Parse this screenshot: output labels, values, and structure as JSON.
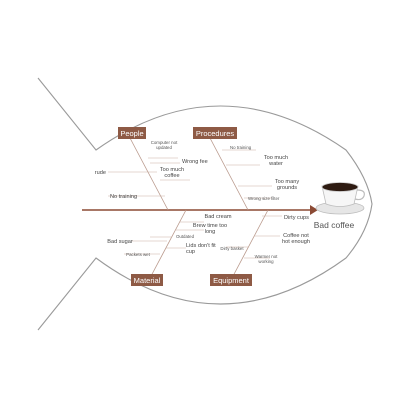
{
  "effect": "Bad coffee",
  "categories": {
    "people": "People",
    "procedures": "Procedures",
    "material": "Material",
    "equipment": "Equipment"
  },
  "causes": {
    "computer_not_updated": "Computer not\nupdated",
    "wrong_fee": "Wrong fee",
    "rude": "rude",
    "too_much_coffee": "Too much\ncoffee",
    "no_training_people": "No training",
    "no_training_procedures": "No training",
    "too_much_water": "Too much\nwater",
    "too_many_grounds": "Too many\ngrounds",
    "wrong_size_filter": "Wrong size filter",
    "bad_cream": "Bad cream",
    "brew_time_too_long": "Brew time too\nlong",
    "outdated": "Outdated",
    "bad_sugar": "Bad sugar",
    "lids_dont_fit_cup": "Lids don't fit\ncup",
    "packets_wet": "Packets wet",
    "dirty_cups": "Dirty cups",
    "coffee_not_hot_enough": "Coffee not\nhot enough",
    "dirty_basket": "Dirty basket",
    "warmer_not_working": "Warmer not\nworking"
  },
  "icons": [
    "coffee-cup-icon"
  ],
  "colors": {
    "category_box": "#8e5a45",
    "spine": "#8b4a34",
    "outline": "#9a9a9a"
  }
}
